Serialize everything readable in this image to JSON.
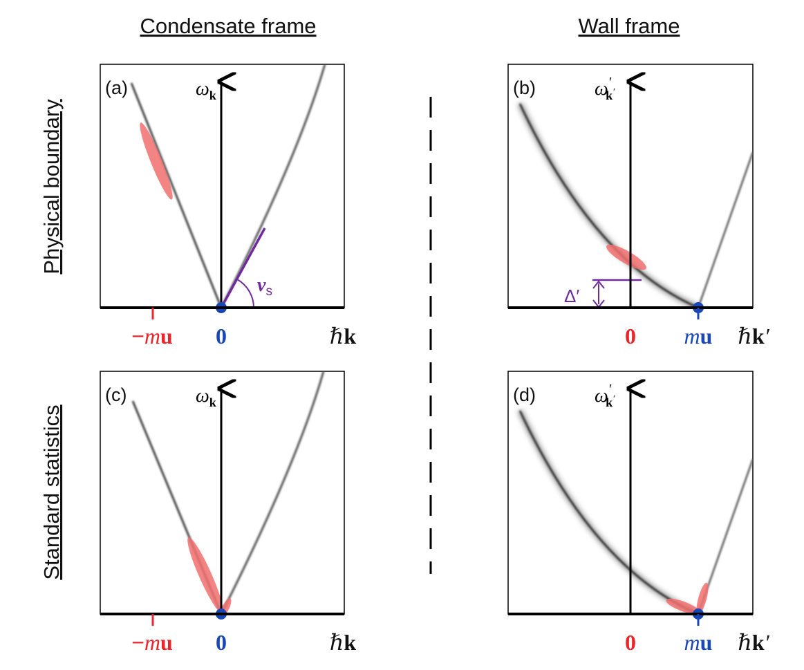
{
  "columns": {
    "left_title": "Condensate frame",
    "right_title": "Wall frame"
  },
  "rows": {
    "top_title": "Physical boundary",
    "bottom_title": "Standard statistics"
  },
  "panels": {
    "a": {
      "label": "(a)"
    },
    "b": {
      "label": "(b)"
    },
    "c": {
      "label": "(c)"
    },
    "d": {
      "label": "(d)"
    }
  },
  "axes": {
    "left_y": {
      "sym": "ω",
      "sub": "k"
    },
    "right_y": {
      "sym": "ω",
      "sub": "k",
      "prime": "′",
      "subprime": "′"
    },
    "left_x": {
      "hbar": "ℏ",
      "k": "k"
    },
    "right_x": {
      "hbar": "ℏ",
      "k": "k",
      "prime": "′"
    }
  },
  "ticks": {
    "left_neg": {
      "minus": "−",
      "m": "m",
      "u": "u"
    },
    "left_zero": "0",
    "right_zero": "0",
    "right_mu": {
      "m": "m",
      "u": "u"
    }
  },
  "annotations": {
    "vs": {
      "v": "v",
      "sub": "s"
    },
    "delta": "Δ′"
  },
  "colors": {
    "red": "#e8262b",
    "blue": "#1a47b8",
    "purple": "#6f2a9e",
    "ellipse": "#f0706f"
  }
}
